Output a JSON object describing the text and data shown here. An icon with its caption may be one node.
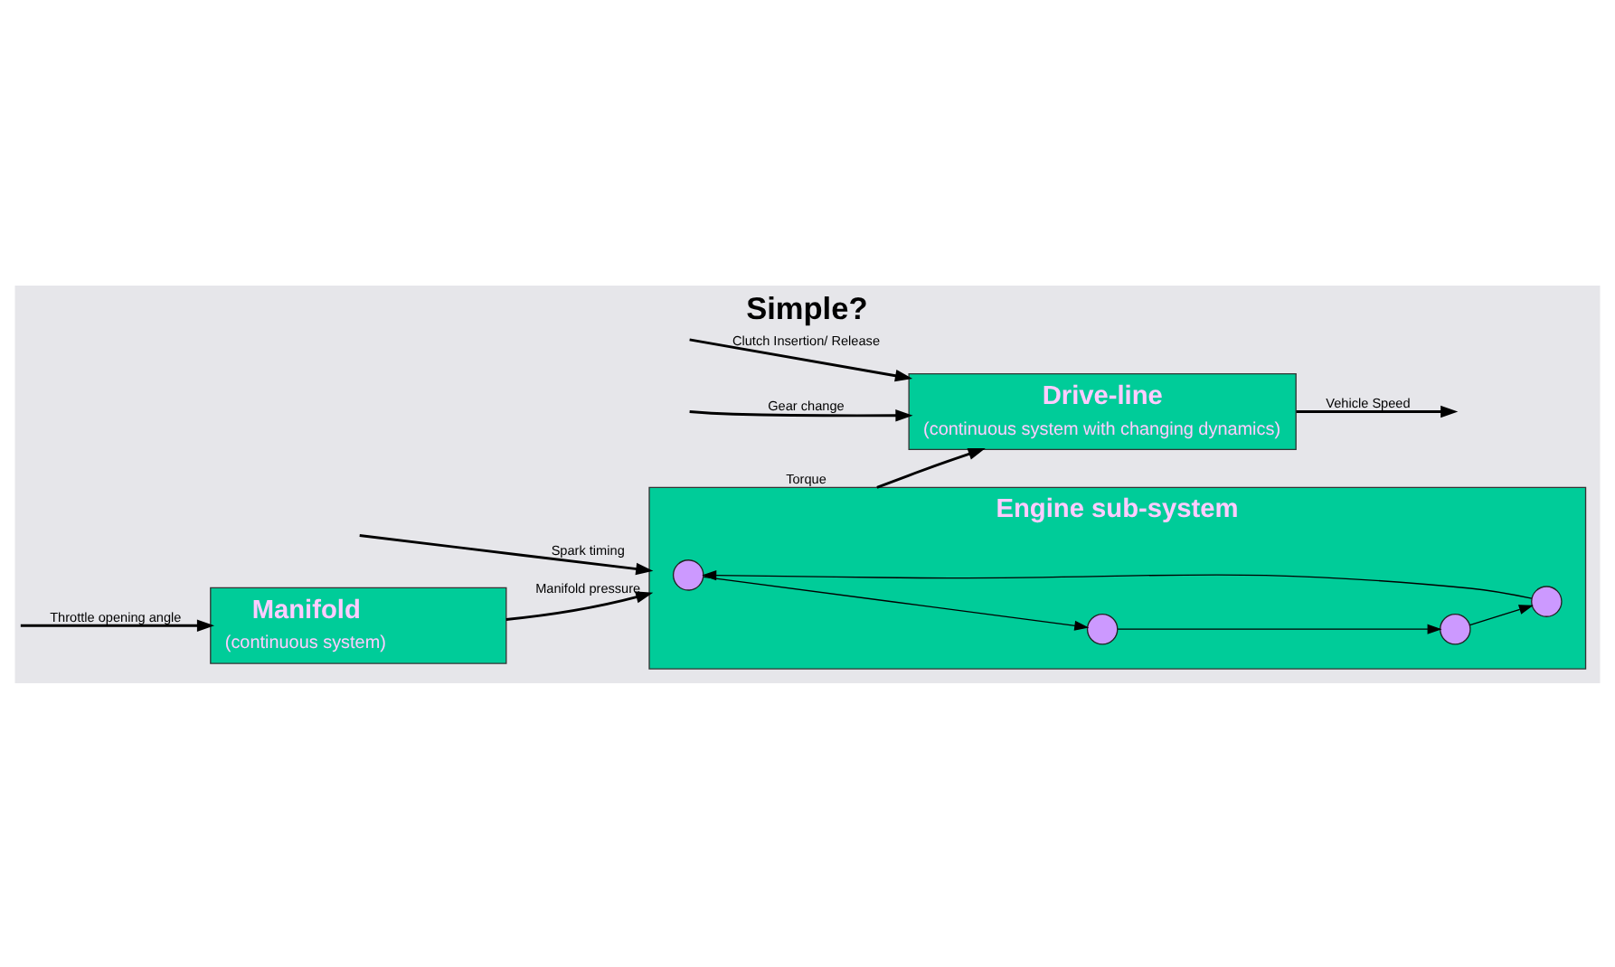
{
  "diagram": {
    "title": "Simple?",
    "nodes": [
      {
        "text": [
          "Manifold",
          "(continuous system)"
        ]
      },
      {
        "text": [
          "Engine sub-system"
        ]
      },
      {
        "text": [],
        "shape": "circle",
        "in": 1
      },
      {
        "text": [],
        "shape": "circle",
        "in": 1
      },
      {
        "text": [],
        "shape": "circle",
        "in": 1
      },
      {
        "text": [],
        "shape": "circle",
        "in": 1
      },
      {
        "text": [
          "Drive-line",
          "(continuous system with changing dynamics)"
        ]
      }
    ],
    "edges": [
      {
        "from": null,
        "to": 0,
        "arrow": "to",
        "label": "Throttle opening angle"
      },
      {
        "from": 0,
        "to": 1,
        "arrow": "to",
        "label": "Manifold pressure"
      },
      {
        "from": null,
        "to": 1,
        "arrow": "to",
        "label": "Spark timing"
      },
      {
        "from": 1,
        "to": 6,
        "arrow": "to",
        "label": "Torque"
      },
      {
        "from": null,
        "to": 6,
        "arrow": "to",
        "label": "Clutch Insertion/ Release"
      },
      {
        "from": null,
        "to": 6,
        "arrow": "to",
        "label": "Gear change"
      },
      {
        "from": 6,
        "to": null,
        "arrow": "to",
        "label": "Vehicle Speed"
      },
      {
        "from": 2,
        "to": 3,
        "arrow": "to"
      },
      {
        "from": 3,
        "to": 5,
        "arrow": "to"
      },
      {
        "from": 5,
        "to": 4,
        "arrow": "to"
      },
      {
        "from": 4,
        "to": 2,
        "arrow": "to"
      }
    ]
  }
}
